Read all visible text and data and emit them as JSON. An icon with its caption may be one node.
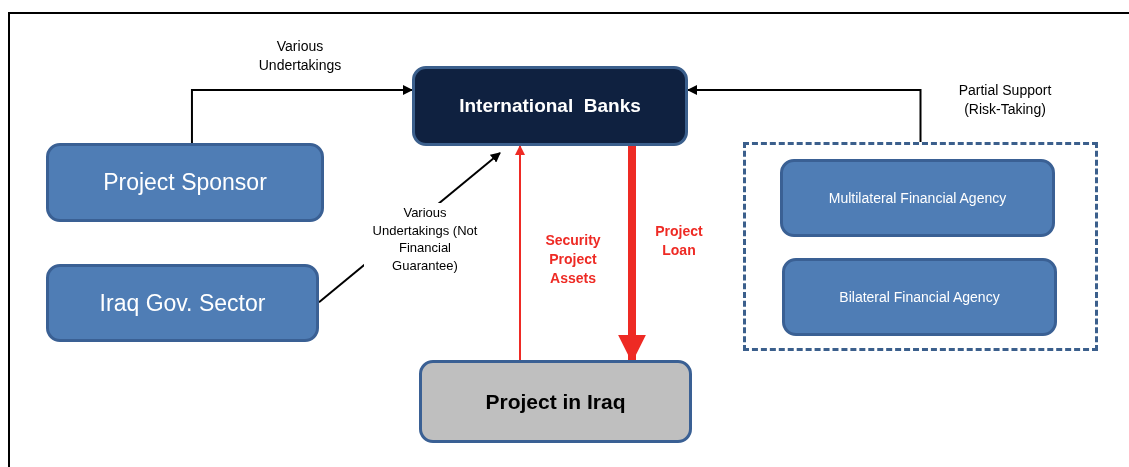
{
  "diagram": {
    "nodes": [
      {
        "text": [
          "International  Banks"
        ]
      },
      {
        "text": [
          "Project Sponsor"
        ]
      },
      {
        "text": [
          "Iraq Gov. Sector"
        ]
      },
      {
        "text": [],
        "shape": "box"
      },
      {
        "text": [
          "Multilateral Financial Agency"
        ],
        "in": 3
      },
      {
        "text": [
          "Bilateral Financial Agency"
        ],
        "in": 3
      },
      {
        "text": [
          "Project in Iraq"
        ]
      }
    ],
    "edges": [
      {
        "from": 1,
        "to": 0,
        "arrow": "to",
        "label": "Various Undertakings"
      },
      {
        "from": 2,
        "to": 0,
        "arrow": "to",
        "label": "Various Undertakings (Not Financial Guarantee)"
      },
      {
        "from": 3,
        "to": 0,
        "arrow": "to",
        "label": "Partial Support (Risk-Taking)"
      },
      {
        "from": 6,
        "to": 0,
        "arrow": "to",
        "label": "Security Project Assets",
        "color": "#ee2a24"
      },
      {
        "from": 0,
        "to": 6,
        "arrow": "to",
        "label": "Project Loan",
        "style": "thick",
        "color": "#ee2a24"
      }
    ]
  }
}
